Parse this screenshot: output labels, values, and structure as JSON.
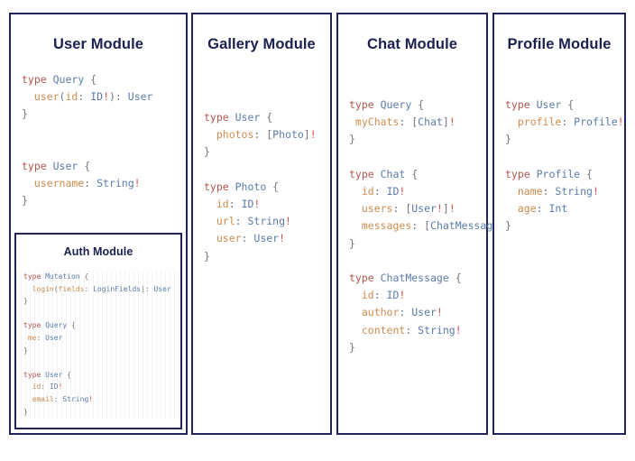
{
  "page": {
    "background": "#ffffff",
    "border_color": "#24245c",
    "title_color": "#1b2050"
  },
  "syntax_colors": {
    "keyword": "#b4544f",
    "type_name": "#5b7bac",
    "field_name": "#cf8b4e",
    "punctuation": "#73767d",
    "non_null_bang": "#d2534a"
  },
  "modules": {
    "user": {
      "title": "User Module",
      "code_lines": [
        [
          {
            "t": "type ",
            "c": "kw"
          },
          {
            "t": "Query",
            "c": "type"
          },
          {
            "t": " {",
            "c": "punct"
          }
        ],
        [
          {
            "t": "  user",
            "c": "field"
          },
          {
            "t": "(",
            "c": "punct"
          },
          {
            "t": "id",
            "c": "field"
          },
          {
            "t": ": ",
            "c": "punct"
          },
          {
            "t": "ID",
            "c": "type"
          },
          {
            "t": "!",
            "c": "bang"
          },
          {
            "t": "): ",
            "c": "punct"
          },
          {
            "t": "User",
            "c": "type"
          }
        ],
        [
          {
            "t": "}",
            "c": "punct"
          }
        ],
        [],
        [],
        [
          {
            "t": "type ",
            "c": "kw"
          },
          {
            "t": "User",
            "c": "type"
          },
          {
            "t": " {",
            "c": "punct"
          }
        ],
        [
          {
            "t": "  username",
            "c": "field"
          },
          {
            "t": ": ",
            "c": "punct"
          },
          {
            "t": "String",
            "c": "type"
          },
          {
            "t": "!",
            "c": "bang"
          }
        ],
        [
          {
            "t": "}",
            "c": "punct"
          }
        ]
      ]
    },
    "auth": {
      "title": "Auth Module",
      "code_lines": [
        [
          {
            "t": "type ",
            "c": "kw"
          },
          {
            "t": "Mutation",
            "c": "type"
          },
          {
            "t": " {",
            "c": "punct"
          }
        ],
        [
          {
            "t": "  login",
            "c": "field"
          },
          {
            "t": "(",
            "c": "punct"
          },
          {
            "t": "fields",
            "c": "field"
          },
          {
            "t": ": ",
            "c": "punct"
          },
          {
            "t": "LoginFields",
            "c": "type"
          },
          {
            "t": "): ",
            "c": "punct"
          },
          {
            "t": "User",
            "c": "type"
          }
        ],
        [
          {
            "t": "}",
            "c": "punct"
          }
        ],
        [],
        [
          {
            "t": "type ",
            "c": "kw"
          },
          {
            "t": "Query",
            "c": "type"
          },
          {
            "t": " {",
            "c": "punct"
          }
        ],
        [
          {
            "t": " me",
            "c": "field"
          },
          {
            "t": ": ",
            "c": "punct"
          },
          {
            "t": "User",
            "c": "type"
          }
        ],
        [
          {
            "t": "}",
            "c": "punct"
          }
        ],
        [],
        [
          {
            "t": "type ",
            "c": "kw"
          },
          {
            "t": "User",
            "c": "type"
          },
          {
            "t": " {",
            "c": "punct"
          }
        ],
        [
          {
            "t": "  id",
            "c": "field"
          },
          {
            "t": ": ",
            "c": "punct"
          },
          {
            "t": "ID",
            "c": "type"
          },
          {
            "t": "!",
            "c": "bang"
          }
        ],
        [
          {
            "t": "  email",
            "c": "field"
          },
          {
            "t": ": ",
            "c": "punct"
          },
          {
            "t": "String",
            "c": "type"
          },
          {
            "t": "!",
            "c": "bang"
          }
        ],
        [
          {
            "t": "}",
            "c": "punct"
          }
        ]
      ]
    },
    "gallery": {
      "title": "Gallery Module",
      "code_lines": [
        [
          {
            "t": "type ",
            "c": "kw"
          },
          {
            "t": "User",
            "c": "type"
          },
          {
            "t": " {",
            "c": "punct"
          }
        ],
        [
          {
            "t": "  photos",
            "c": "field"
          },
          {
            "t": ": [",
            "c": "punct"
          },
          {
            "t": "Photo",
            "c": "type"
          },
          {
            "t": "]",
            "c": "punct"
          },
          {
            "t": "!",
            "c": "bang"
          }
        ],
        [
          {
            "t": "}",
            "c": "punct"
          }
        ],
        [],
        [
          {
            "t": "type ",
            "c": "kw"
          },
          {
            "t": "Photo",
            "c": "type"
          },
          {
            "t": " {",
            "c": "punct"
          }
        ],
        [
          {
            "t": "  id",
            "c": "field"
          },
          {
            "t": ": ",
            "c": "punct"
          },
          {
            "t": "ID",
            "c": "type"
          },
          {
            "t": "!",
            "c": "bang"
          }
        ],
        [
          {
            "t": "  url",
            "c": "field"
          },
          {
            "t": ": ",
            "c": "punct"
          },
          {
            "t": "String",
            "c": "type"
          },
          {
            "t": "!",
            "c": "bang"
          }
        ],
        [
          {
            "t": "  user",
            "c": "field"
          },
          {
            "t": ": ",
            "c": "punct"
          },
          {
            "t": "User",
            "c": "type"
          },
          {
            "t": "!",
            "c": "bang"
          }
        ],
        [
          {
            "t": "}",
            "c": "punct"
          }
        ]
      ]
    },
    "chat": {
      "title": "Chat Module",
      "code_lines": [
        [
          {
            "t": "type ",
            "c": "kw"
          },
          {
            "t": "Query",
            "c": "type"
          },
          {
            "t": " {",
            "c": "punct"
          }
        ],
        [
          {
            "t": " myChats",
            "c": "field"
          },
          {
            "t": ": [",
            "c": "punct"
          },
          {
            "t": "Chat",
            "c": "type"
          },
          {
            "t": "]",
            "c": "punct"
          },
          {
            "t": "!",
            "c": "bang"
          }
        ],
        [
          {
            "t": "}",
            "c": "punct"
          }
        ],
        [],
        [
          {
            "t": "type ",
            "c": "kw"
          },
          {
            "t": "Chat",
            "c": "type"
          },
          {
            "t": " {",
            "c": "punct"
          }
        ],
        [
          {
            "t": "  id",
            "c": "field"
          },
          {
            "t": ": ",
            "c": "punct"
          },
          {
            "t": "ID",
            "c": "type"
          },
          {
            "t": "!",
            "c": "bang"
          }
        ],
        [
          {
            "t": "  users",
            "c": "field"
          },
          {
            "t": ": [",
            "c": "punct"
          },
          {
            "t": "User",
            "c": "type"
          },
          {
            "t": "!",
            "c": "bang"
          },
          {
            "t": "]",
            "c": "punct"
          },
          {
            "t": "!",
            "c": "bang"
          }
        ],
        [
          {
            "t": "  messages",
            "c": "field"
          },
          {
            "t": ": [",
            "c": "punct"
          },
          {
            "t": "ChatMessage",
            "c": "type"
          },
          {
            "t": "]",
            "c": "punct"
          },
          {
            "t": "!",
            "c": "bang"
          }
        ],
        [
          {
            "t": "}",
            "c": "punct"
          }
        ],
        [],
        [
          {
            "t": "type ",
            "c": "kw"
          },
          {
            "t": "ChatMessage",
            "c": "type"
          },
          {
            "t": " {",
            "c": "punct"
          }
        ],
        [
          {
            "t": "  id",
            "c": "field"
          },
          {
            "t": ": ",
            "c": "punct"
          },
          {
            "t": "ID",
            "c": "type"
          },
          {
            "t": "!",
            "c": "bang"
          }
        ],
        [
          {
            "t": "  author",
            "c": "field"
          },
          {
            "t": ": ",
            "c": "punct"
          },
          {
            "t": "User",
            "c": "type"
          },
          {
            "t": "!",
            "c": "bang"
          }
        ],
        [
          {
            "t": "  content",
            "c": "field"
          },
          {
            "t": ": ",
            "c": "punct"
          },
          {
            "t": "String",
            "c": "type"
          },
          {
            "t": "!",
            "c": "bang"
          }
        ],
        [
          {
            "t": "}",
            "c": "punct"
          }
        ]
      ]
    },
    "profile": {
      "title": "Profile Module",
      "code_lines": [
        [
          {
            "t": "type ",
            "c": "kw"
          },
          {
            "t": "User",
            "c": "type"
          },
          {
            "t": " {",
            "c": "punct"
          }
        ],
        [
          {
            "t": "  profile",
            "c": "field"
          },
          {
            "t": ": ",
            "c": "punct"
          },
          {
            "t": "Profile",
            "c": "type"
          },
          {
            "t": "!",
            "c": "bang"
          }
        ],
        [
          {
            "t": "}",
            "c": "punct"
          }
        ],
        [],
        [
          {
            "t": "type ",
            "c": "kw"
          },
          {
            "t": "Profile",
            "c": "type"
          },
          {
            "t": " {",
            "c": "punct"
          }
        ],
        [
          {
            "t": "  name",
            "c": "field"
          },
          {
            "t": ": ",
            "c": "punct"
          },
          {
            "t": "String",
            "c": "type"
          },
          {
            "t": "!",
            "c": "bang"
          }
        ],
        [
          {
            "t": "  age",
            "c": "field"
          },
          {
            "t": ": ",
            "c": "punct"
          },
          {
            "t": "Int",
            "c": "type"
          }
        ],
        [
          {
            "t": "}",
            "c": "punct"
          }
        ]
      ]
    }
  }
}
